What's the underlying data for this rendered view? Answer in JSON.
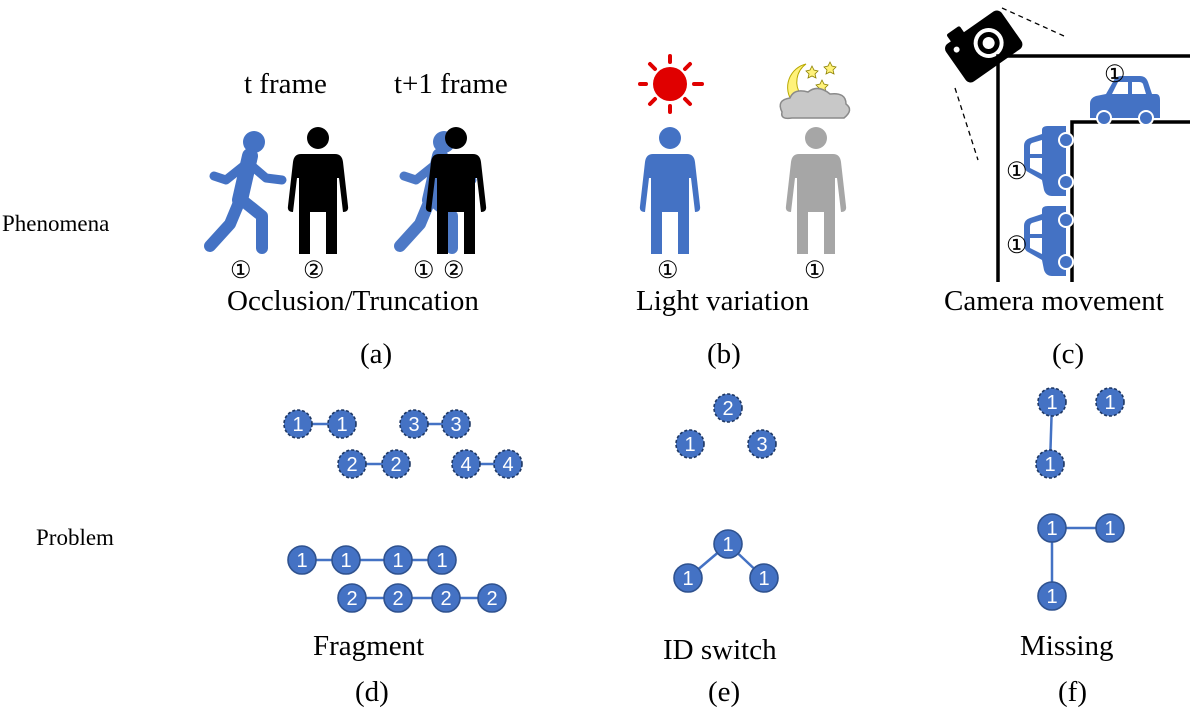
{
  "rows": {
    "phenomena": "Phenomena",
    "problem": "Problem"
  },
  "panel_a": {
    "t_frame": "t frame",
    "t1_frame": "t+1 frame",
    "person1_id": "①",
    "person2_id": "②",
    "overlap_id1": "①",
    "overlap_id2": "②",
    "caption": "Occlusion/Truncation",
    "letter": "(a)"
  },
  "panel_b": {
    "day_id": "①",
    "night_id": "①",
    "caption": "Light variation",
    "letter": "(b)"
  },
  "panel_c": {
    "car_top_id": "①",
    "car_mid_id": "①",
    "car_bottom_id": "①",
    "caption": "Camera movement",
    "letter": "(c)"
  },
  "panel_d": {
    "top_nodes": [
      "1",
      "1",
      "3",
      "3",
      "2",
      "2",
      "4",
      "4"
    ],
    "bottom_nodes": [
      "1",
      "1",
      "1",
      "1",
      "2",
      "2",
      "2",
      "2"
    ],
    "caption": "Fragment",
    "letter": "(d)"
  },
  "panel_e": {
    "top_nodes": [
      "2",
      "1",
      "3"
    ],
    "bottom_nodes": [
      "1",
      "1",
      "1"
    ],
    "caption": "ID switch",
    "letter": "(e)"
  },
  "panel_f": {
    "top_nodes": [
      "1",
      "1",
      "1"
    ],
    "bottom_nodes": [
      "1",
      "1",
      "1"
    ],
    "caption": "Missing",
    "letter": "(f)"
  },
  "colors": {
    "node_fill": "#4472C4",
    "node_stroke": "#2F528F",
    "person_blue": "#4472C4",
    "person_black": "#000000",
    "person_gray": "#A6A6A6",
    "sun_red": "#E00000",
    "moon_yellow": "#FFF27A",
    "cloud_gray": "#C8C8C8"
  }
}
